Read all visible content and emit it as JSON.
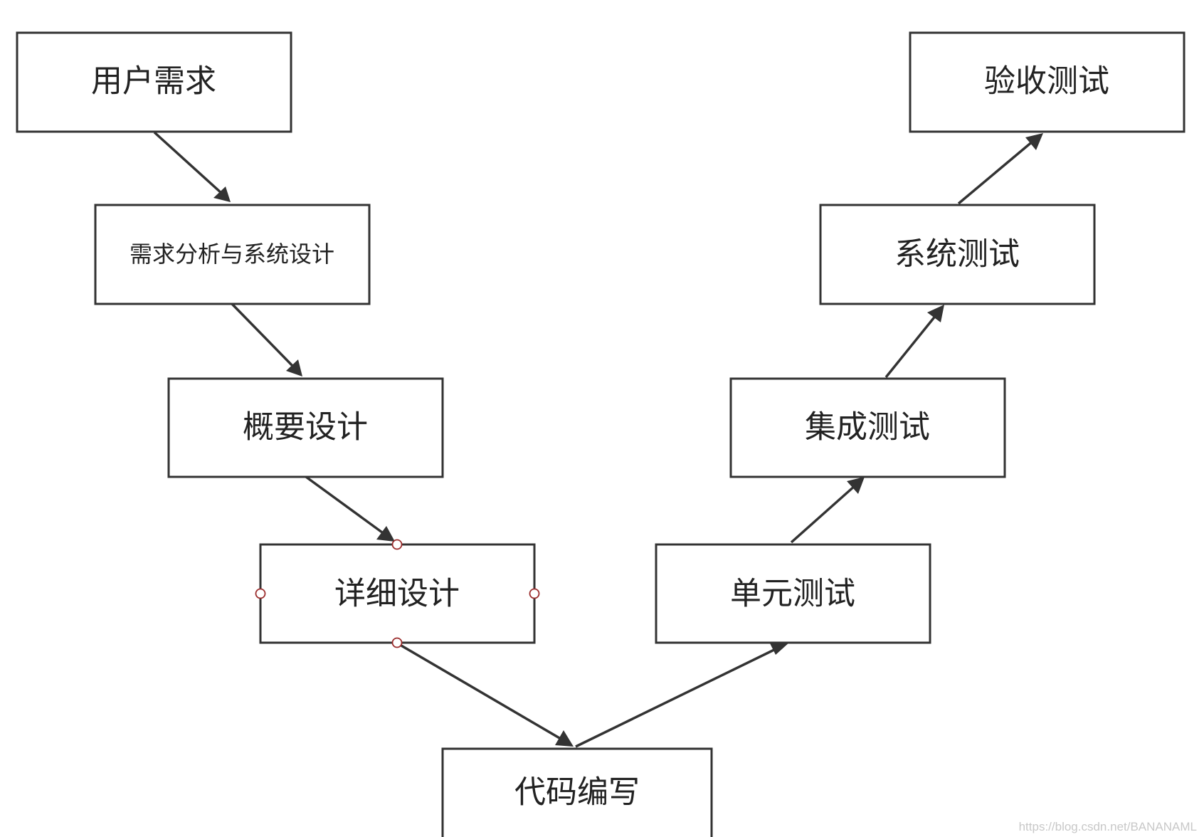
{
  "diagram": {
    "type": "v-model-flow",
    "nodes": [
      {
        "id": "user-requirements",
        "label": "用户需求"
      },
      {
        "id": "requirements-analysis",
        "label": "需求分析与系统设计"
      },
      {
        "id": "high-level-design",
        "label": "概要设计"
      },
      {
        "id": "detailed-design",
        "label": "详细设计"
      },
      {
        "id": "coding",
        "label": "代码编写"
      },
      {
        "id": "unit-test",
        "label": "单元测试"
      },
      {
        "id": "integration-test",
        "label": "集成测试"
      },
      {
        "id": "system-test",
        "label": "系统测试"
      },
      {
        "id": "acceptance-test",
        "label": "验收测试"
      }
    ],
    "edges": [
      {
        "from": "user-requirements",
        "to": "requirements-analysis"
      },
      {
        "from": "requirements-analysis",
        "to": "high-level-design"
      },
      {
        "from": "high-level-design",
        "to": "detailed-design"
      },
      {
        "from": "detailed-design",
        "to": "coding"
      },
      {
        "from": "coding",
        "to": "unit-test"
      },
      {
        "from": "unit-test",
        "to": "integration-test"
      },
      {
        "from": "integration-test",
        "to": "system-test"
      },
      {
        "from": "system-test",
        "to": "acceptance-test"
      }
    ],
    "selected_node": "detailed-design"
  },
  "watermark": "https://blog.csdn.net/BANANAML",
  "colors": {
    "stroke": "#333333",
    "text": "#222222",
    "background": "#ffffff",
    "selection_handle": "#9b2c2c",
    "watermark": "#c8c8c8"
  }
}
